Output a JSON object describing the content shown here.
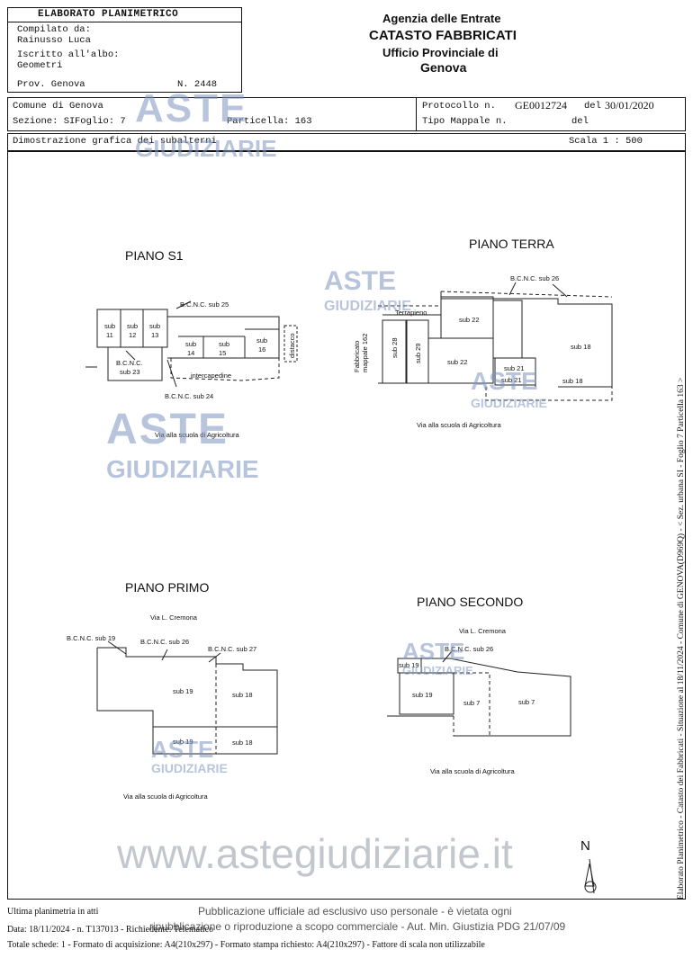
{
  "header": {
    "title": "ELABORATO PLANIMETRICO",
    "compiled_label": "Compilato da:",
    "compiled_name": "Rainusso Luca",
    "registered_label": "Iscritto all'albo:",
    "registered_value": "Geometri",
    "prov_label": "Prov. Genova",
    "number": "N. 2448",
    "agency_line1": "Agenzia delle Entrate",
    "agency_line2": "CATASTO FABBRICATI",
    "agency_line3": "Ufficio Provinciale di",
    "agency_line4": "Genova"
  },
  "info": {
    "comune": "Comune di Genova",
    "sezione": "Sezione: SI",
    "foglio": "Foglio: 7",
    "particella": "Particella: 163",
    "protocollo_label": "Protocollo n.",
    "protocollo_value": "GE0012724",
    "protocollo_del": "del",
    "protocollo_date": "30/01/2020",
    "tipo_mappale": "Tipo Mappale n.",
    "tipo_del": "del",
    "dimostrazione": "Dimostrazione grafica dei subalterni",
    "scala": "Scala 1 : 500"
  },
  "plans": {
    "s1": {
      "title": "PIANO S1",
      "bcnc25": "B.C.N.C. sub 25",
      "bcnc24": "B.C.N.C. sub 24",
      "bcnc23a": "B.C.N.C.",
      "bcnc23b": "sub 23",
      "sub11a": "sub",
      "sub11b": "11",
      "sub12a": "sub",
      "sub12b": "12",
      "sub13a": "sub",
      "sub13b": "13",
      "sub14a": "sub",
      "sub14b": "14",
      "sub15a": "sub",
      "sub15b": "15",
      "sub16a": "sub",
      "sub16b": "16",
      "intercapedine": "intercapedine",
      "distacco": "distacco",
      "street": "Via alla scuola di Agricoltura"
    },
    "terra": {
      "title": "PIANO TERRA",
      "bcnc26": "B.C.N.C. sub 26",
      "terrapieno": "Terrapieno",
      "fabbricato": "Fabbricato mappale 162",
      "sub28": "sub 28",
      "sub29": "sub 29",
      "sub22a": "sub 22",
      "sub22b": "sub 22",
      "sub21a": "sub 21",
      "sub21b": "sub 21",
      "sub18a": "sub 18",
      "sub18b": "sub 18",
      "street": "Via alla scuola di Agricoltura"
    },
    "primo": {
      "title": "PIANO PRIMO",
      "street_top": "Via L. Cremona",
      "bcnc19": "B.C.N.C. sub 19",
      "bcnc26": "B.C.N.C. sub 26",
      "bcnc27": "B.C.N.C. sub 27",
      "sub19a": "sub 19",
      "sub19b": "sub 19",
      "sub18a": "sub 18",
      "sub18b": "sub 18",
      "street": "Via alla scuola di Agricoltura"
    },
    "secondo": {
      "title": "PIANO SECONDO",
      "street_top": "Via L. Cremona",
      "bcnc26": "B.C.N.C. sub 26",
      "sub19a": "sub 19",
      "sub19b": "sub 19",
      "sub7a": "sub 7",
      "sub7b": "sub 7",
      "street": "Via alla scuola di Agricoltura"
    }
  },
  "north": "N",
  "side_text": "Elaborato Planimetrico - Catasto dei Fabbricati - Situazione al 18/11/2024 - Comune di GENOVA(D969Q) - < Sez. urbana SI - Foglio 7 Particella 163 >",
  "footer": {
    "ultima": "Ultima planimetria in atti",
    "pubblicazione1": "Pubblicazione ufficiale ad esclusivo uso personale - è vietata ogni",
    "pubblicazione2": "ripubblicazione o riproduzione a scopo commerciale - Aut. Min. Giustizia PDG 21/07/09",
    "data_line": "Data: 18/11/2024 - n. T137013 - Richiedente: Telematico",
    "totale_line": "Totale schede: 1 - Formato di acquisizione: A4(210x297) - Formato stampa richiesto: A4(210x297) - Fattore di scala non utilizzabile"
  },
  "watermark": {
    "aste": "ASTE",
    "giudiziarie": "GIUDIZIARIE",
    "url": "www.astegiudiziarie.it"
  },
  "colors": {
    "watermark_blue": "#7f95bf",
    "watermark_orange": "#e0a15a",
    "ink": "#111111"
  }
}
